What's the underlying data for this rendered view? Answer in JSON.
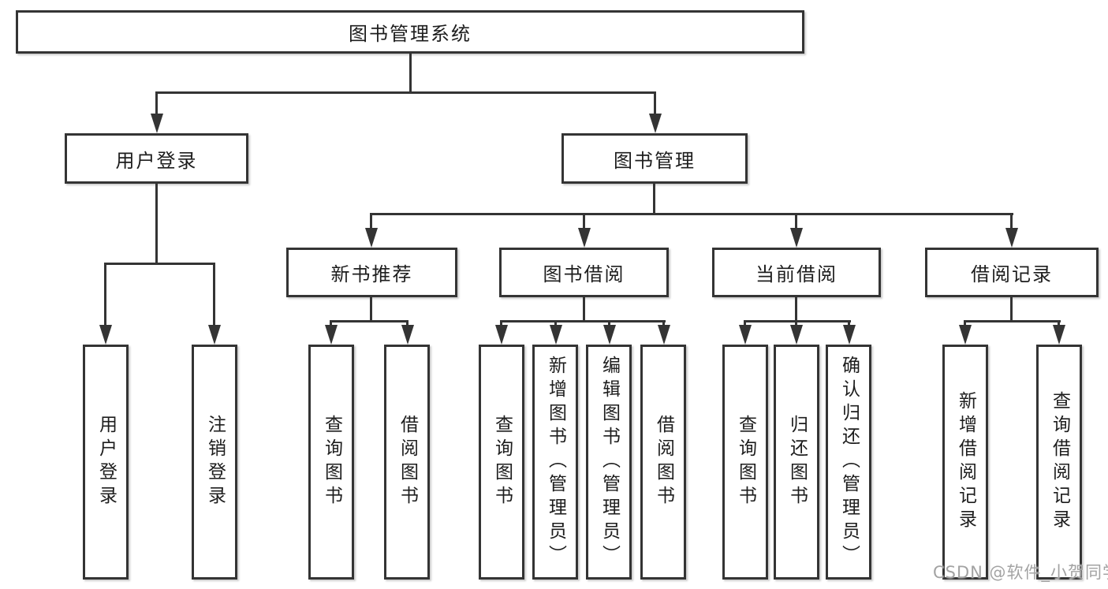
{
  "page": {
    "background_color": "#ffffff",
    "line_color": "#343434",
    "box_border_color": "#343434",
    "text_color": "#1d1d1d",
    "watermark_color": "#a3a3a3"
  },
  "tree": {
    "root": {
      "label": "图书管理系统"
    },
    "branches": [
      {
        "label": "用户登录",
        "children": [
          {
            "label": "用户登录"
          },
          {
            "label": "注销登录"
          }
        ]
      },
      {
        "label": "图书管理",
        "children": [
          {
            "label": "新书推荐",
            "children": [
              {
                "label": "查询图书"
              },
              {
                "label": "借阅图书"
              }
            ]
          },
          {
            "label": "图书借阅",
            "children": [
              {
                "label": "查询图书"
              },
              {
                "label": "新增图书（管理员）"
              },
              {
                "label": "编辑图书（管理员）"
              },
              {
                "label": "借阅图书"
              }
            ]
          },
          {
            "label": "当前借阅",
            "children": [
              {
                "label": "查询图书"
              },
              {
                "label": "归还图书"
              },
              {
                "label": "确认归还（管理员）"
              }
            ]
          },
          {
            "label": "借阅记录",
            "children": [
              {
                "label": "新增借阅记录"
              },
              {
                "label": "查询借阅记录"
              }
            ]
          }
        ]
      }
    ]
  },
  "watermark": {
    "text": "CSDN @软件_小贺同学"
  }
}
